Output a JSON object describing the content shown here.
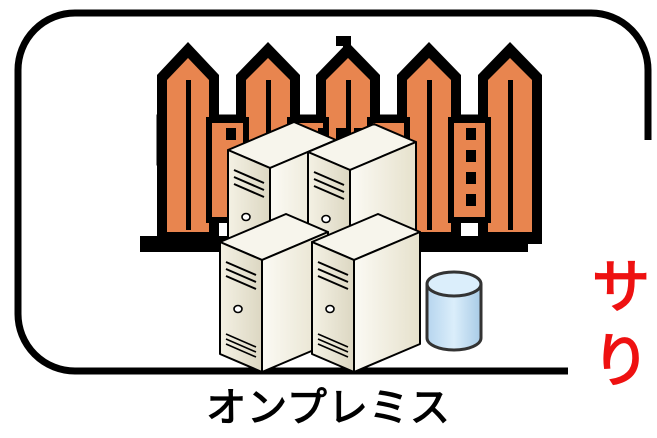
{
  "caption": "オンプレミス",
  "side_text": [
    "サ",
    "り"
  ],
  "colors": {
    "frame": "#000000",
    "fence": "#e8854f",
    "server_body": "#ebe7d6",
    "database": "#c6e0f4",
    "side_text": "#ee1111"
  },
  "icons": [
    "fence-icon",
    "server-icon",
    "database-icon"
  ]
}
